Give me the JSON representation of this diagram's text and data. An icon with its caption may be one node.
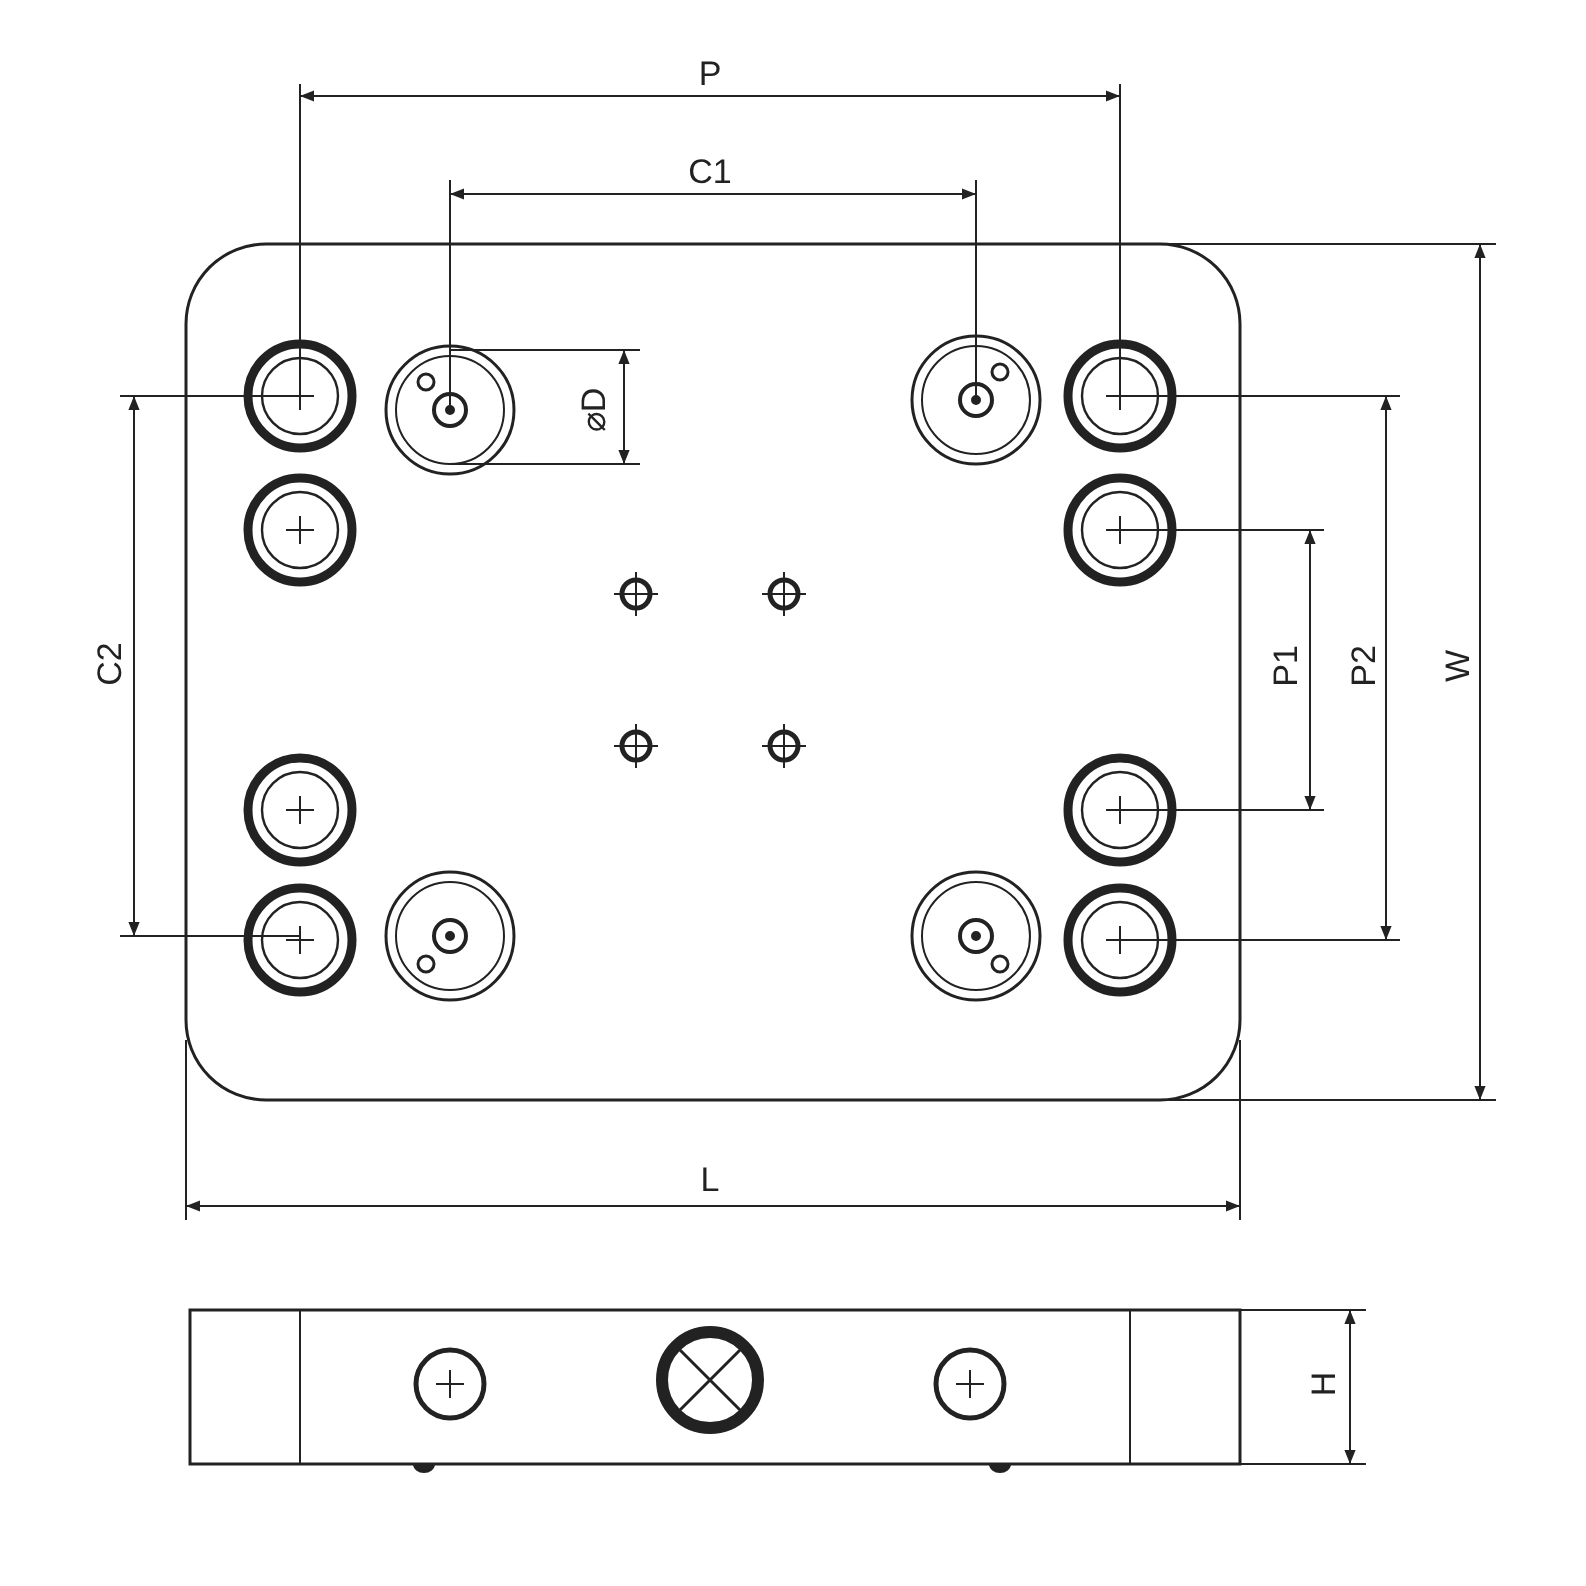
{
  "diagram": {
    "labels": [
      "P",
      "C1",
      "⌀D",
      "C2",
      "P1",
      "P2",
      "W",
      "L",
      "H"
    ]
  }
}
